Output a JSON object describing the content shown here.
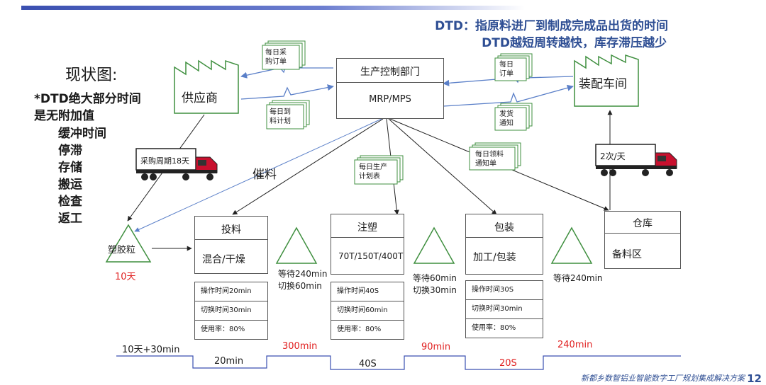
{
  "header": {
    "line1": "DTD：指原料进厂到制成完成品出货的时间",
    "line2": "DTD越短周转越快，库存滞压越少"
  },
  "title": "现状图:",
  "notes": {
    "heading1": "*DTD绝大部分时间",
    "heading2": "是无附加值",
    "items": [
      "缓冲时间",
      "停滞",
      "存储",
      "搬运",
      "检查",
      "返工"
    ]
  },
  "control": {
    "title": "生产控制部门",
    "body": "MRP/MPS"
  },
  "supplier": {
    "label": "供应商"
  },
  "assembly": {
    "label": "装配车间"
  },
  "documents": {
    "purchase_order": "每日采\n购订单",
    "arrival_plan": "每日到\n料计划",
    "daily_order": "每日\n订单",
    "ship_notice": "发货\n通知",
    "production_plan": "每日生产\n计划表",
    "pick_notice": "每日领料\n通知单"
  },
  "trucks": {
    "left": "采购周期18天",
    "right": "2次/天"
  },
  "urge_label": "催料",
  "raw_material": {
    "label": "塑胶粒",
    "days": "10天"
  },
  "processes": [
    {
      "title": "投料",
      "body": "混合/干燥",
      "rows": [
        "操作时间20min",
        "切换时间30min",
        "使用率：80%"
      ]
    },
    {
      "title": "注塑",
      "body": "70T/150T/400T",
      "rows": [
        "操作时间40S",
        "切换时间60min",
        "使用率：80%"
      ]
    },
    {
      "title": "包装",
      "body": "加工/包装",
      "rows": [
        "操作时间30S",
        "切换时间30min",
        "使用率：80%"
      ]
    }
  ],
  "warehouse": {
    "title": "仓库",
    "body": "备料区"
  },
  "waits": {
    "w1_line1": "等待240min",
    "w1_line2": "切换60min",
    "w2_line1": "等待60min",
    "w2_line2": "切换30min",
    "w3_line1": "等待240min"
  },
  "timeline": {
    "start": "10天+30min",
    "t1": "20min",
    "t2": "300min",
    "t3": "40S",
    "t4": "90min",
    "t5": "20S",
    "t6": "240min"
  },
  "footer": "新都乡数智铝业智能数字工厂规划集成解决方案",
  "page_number": "12",
  "colors": {
    "header_blue": "#2f4f94",
    "red": "#e02020",
    "line_blue": "#3a4fb0",
    "truck_red": "#c8102e"
  }
}
